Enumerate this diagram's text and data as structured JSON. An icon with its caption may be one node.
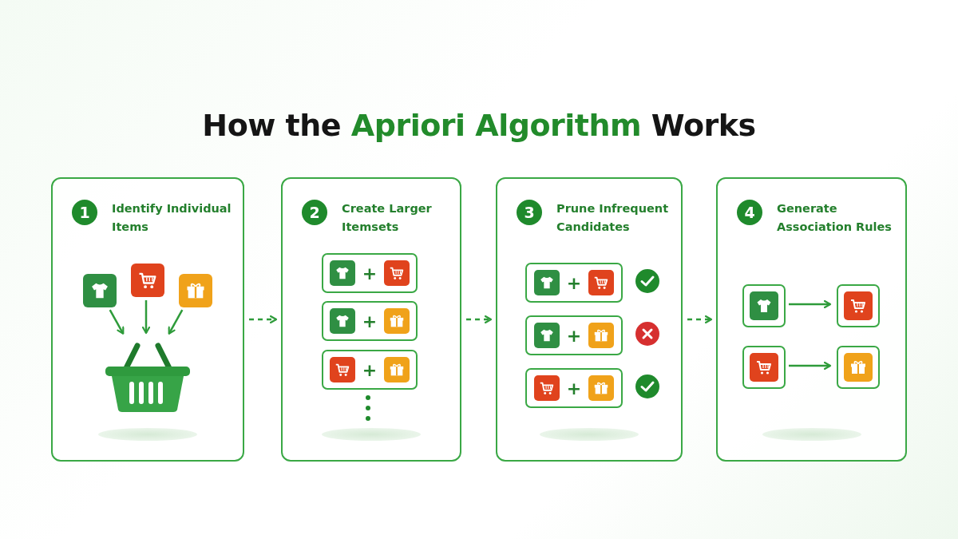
{
  "diagram": {
    "title": "How the **Apriori Algorithm** Works",
    "nodes": [
      {
        "text": [
          "1",
          "Identify Individual Items"
        ]
      },
      {
        "text": [],
        "shape": "picture",
        "in": 0
      },
      {
        "text": [],
        "shape": "picture",
        "in": 0
      },
      {
        "text": [],
        "shape": "picture",
        "in": 0
      },
      {
        "text": [],
        "shape": "picture",
        "in": 0
      },
      {
        "text": [
          "2",
          "Create Larger Itemsets"
        ]
      },
      {
        "text": [
          "+"
        ],
        "in": 5
      },
      {
        "text": [
          "+"
        ],
        "in": 5
      },
      {
        "text": [
          "+"
        ],
        "in": 5
      },
      {
        "text": [
          "3",
          "Prune Infrequent Candidates"
        ]
      },
      {
        "text": [
          "+"
        ],
        "in": 9
      },
      {
        "text": [
          "+"
        ],
        "in": 9
      },
      {
        "text": [
          "+"
        ],
        "in": 9
      },
      {
        "text": [
          "4",
          "Generate Association Rules"
        ]
      },
      {
        "text": [],
        "shape": "picture",
        "in": 13
      },
      {
        "text": [],
        "shape": "picture",
        "in": 13
      },
      {
        "text": [],
        "shape": "picture",
        "in": 13
      },
      {
        "text": [],
        "shape": "picture",
        "in": 13
      }
    ],
    "edges": [
      {
        "from": 1,
        "to": 4,
        "arrow": "to"
      },
      {
        "from": 2,
        "to": 4,
        "arrow": "to"
      },
      {
        "from": 3,
        "to": 4,
        "arrow": "to"
      },
      {
        "from": 0,
        "to": 5,
        "arrow": "to",
        "style": "dashed"
      },
      {
        "from": 5,
        "to": 9,
        "arrow": "to",
        "style": "dashed"
      },
      {
        "from": 9,
        "to": 13,
        "arrow": "to",
        "style": "dashed"
      },
      {
        "from": 14,
        "to": 15,
        "arrow": "to"
      },
      {
        "from": 16,
        "to": 17,
        "arrow": "to"
      }
    ]
  }
}
